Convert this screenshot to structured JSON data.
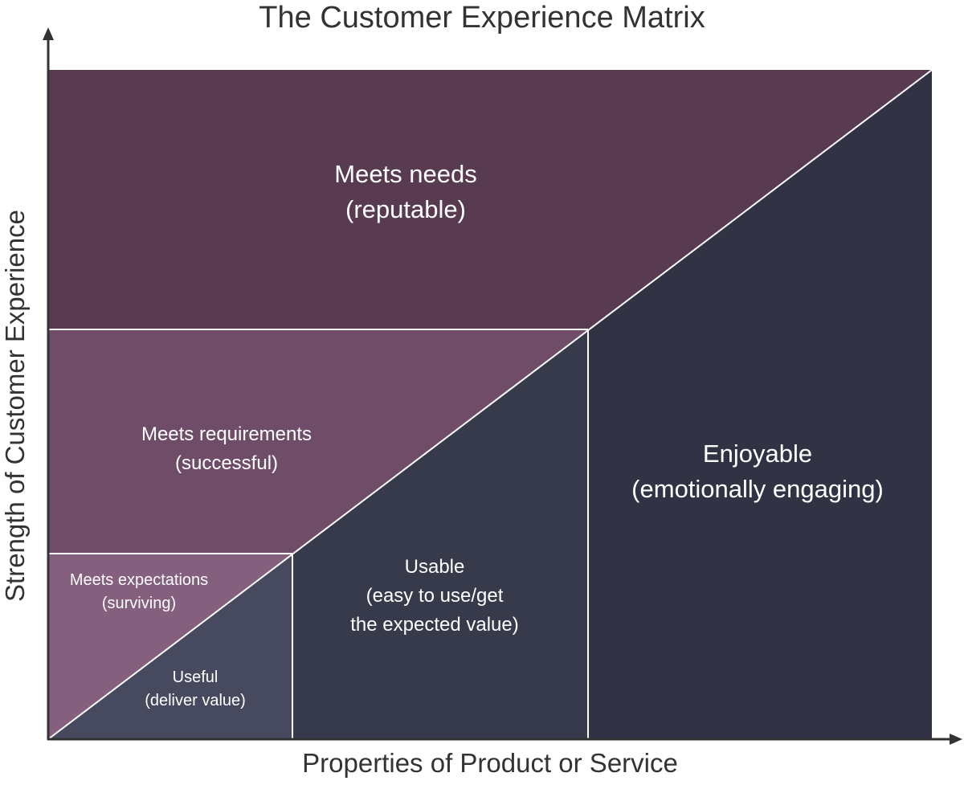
{
  "title": "The Customer Experience Matrix",
  "x_axis_label": "Properties of Product or Service",
  "y_axis_label": "Strength of Customer Experience",
  "colors": {
    "meets_needs": "#583a51",
    "meets_requirements": "#6f4d69",
    "meets_expectations": "#855f7e",
    "useful": "#474a5e",
    "usable": "#373a4b",
    "enjoyable": "#313344",
    "divider": "#ffffff",
    "axis": "#333333"
  },
  "regions": {
    "meets_needs": {
      "line1": "Meets needs",
      "line2": "(reputable)"
    },
    "meets_requirements": {
      "line1": "Meets requirements",
      "line2": "(successful)"
    },
    "meets_expectations": {
      "line1": "Meets expectations",
      "line2": "(surviving)"
    },
    "useful": {
      "line1": "Useful",
      "line2": "(deliver value)"
    },
    "usable": {
      "line1": "Usable",
      "line2": "(easy to use/get",
      "line3": "the expected value)"
    },
    "enjoyable": {
      "line1": "Enjoyable",
      "line2": "(emotionally engaging)"
    }
  }
}
